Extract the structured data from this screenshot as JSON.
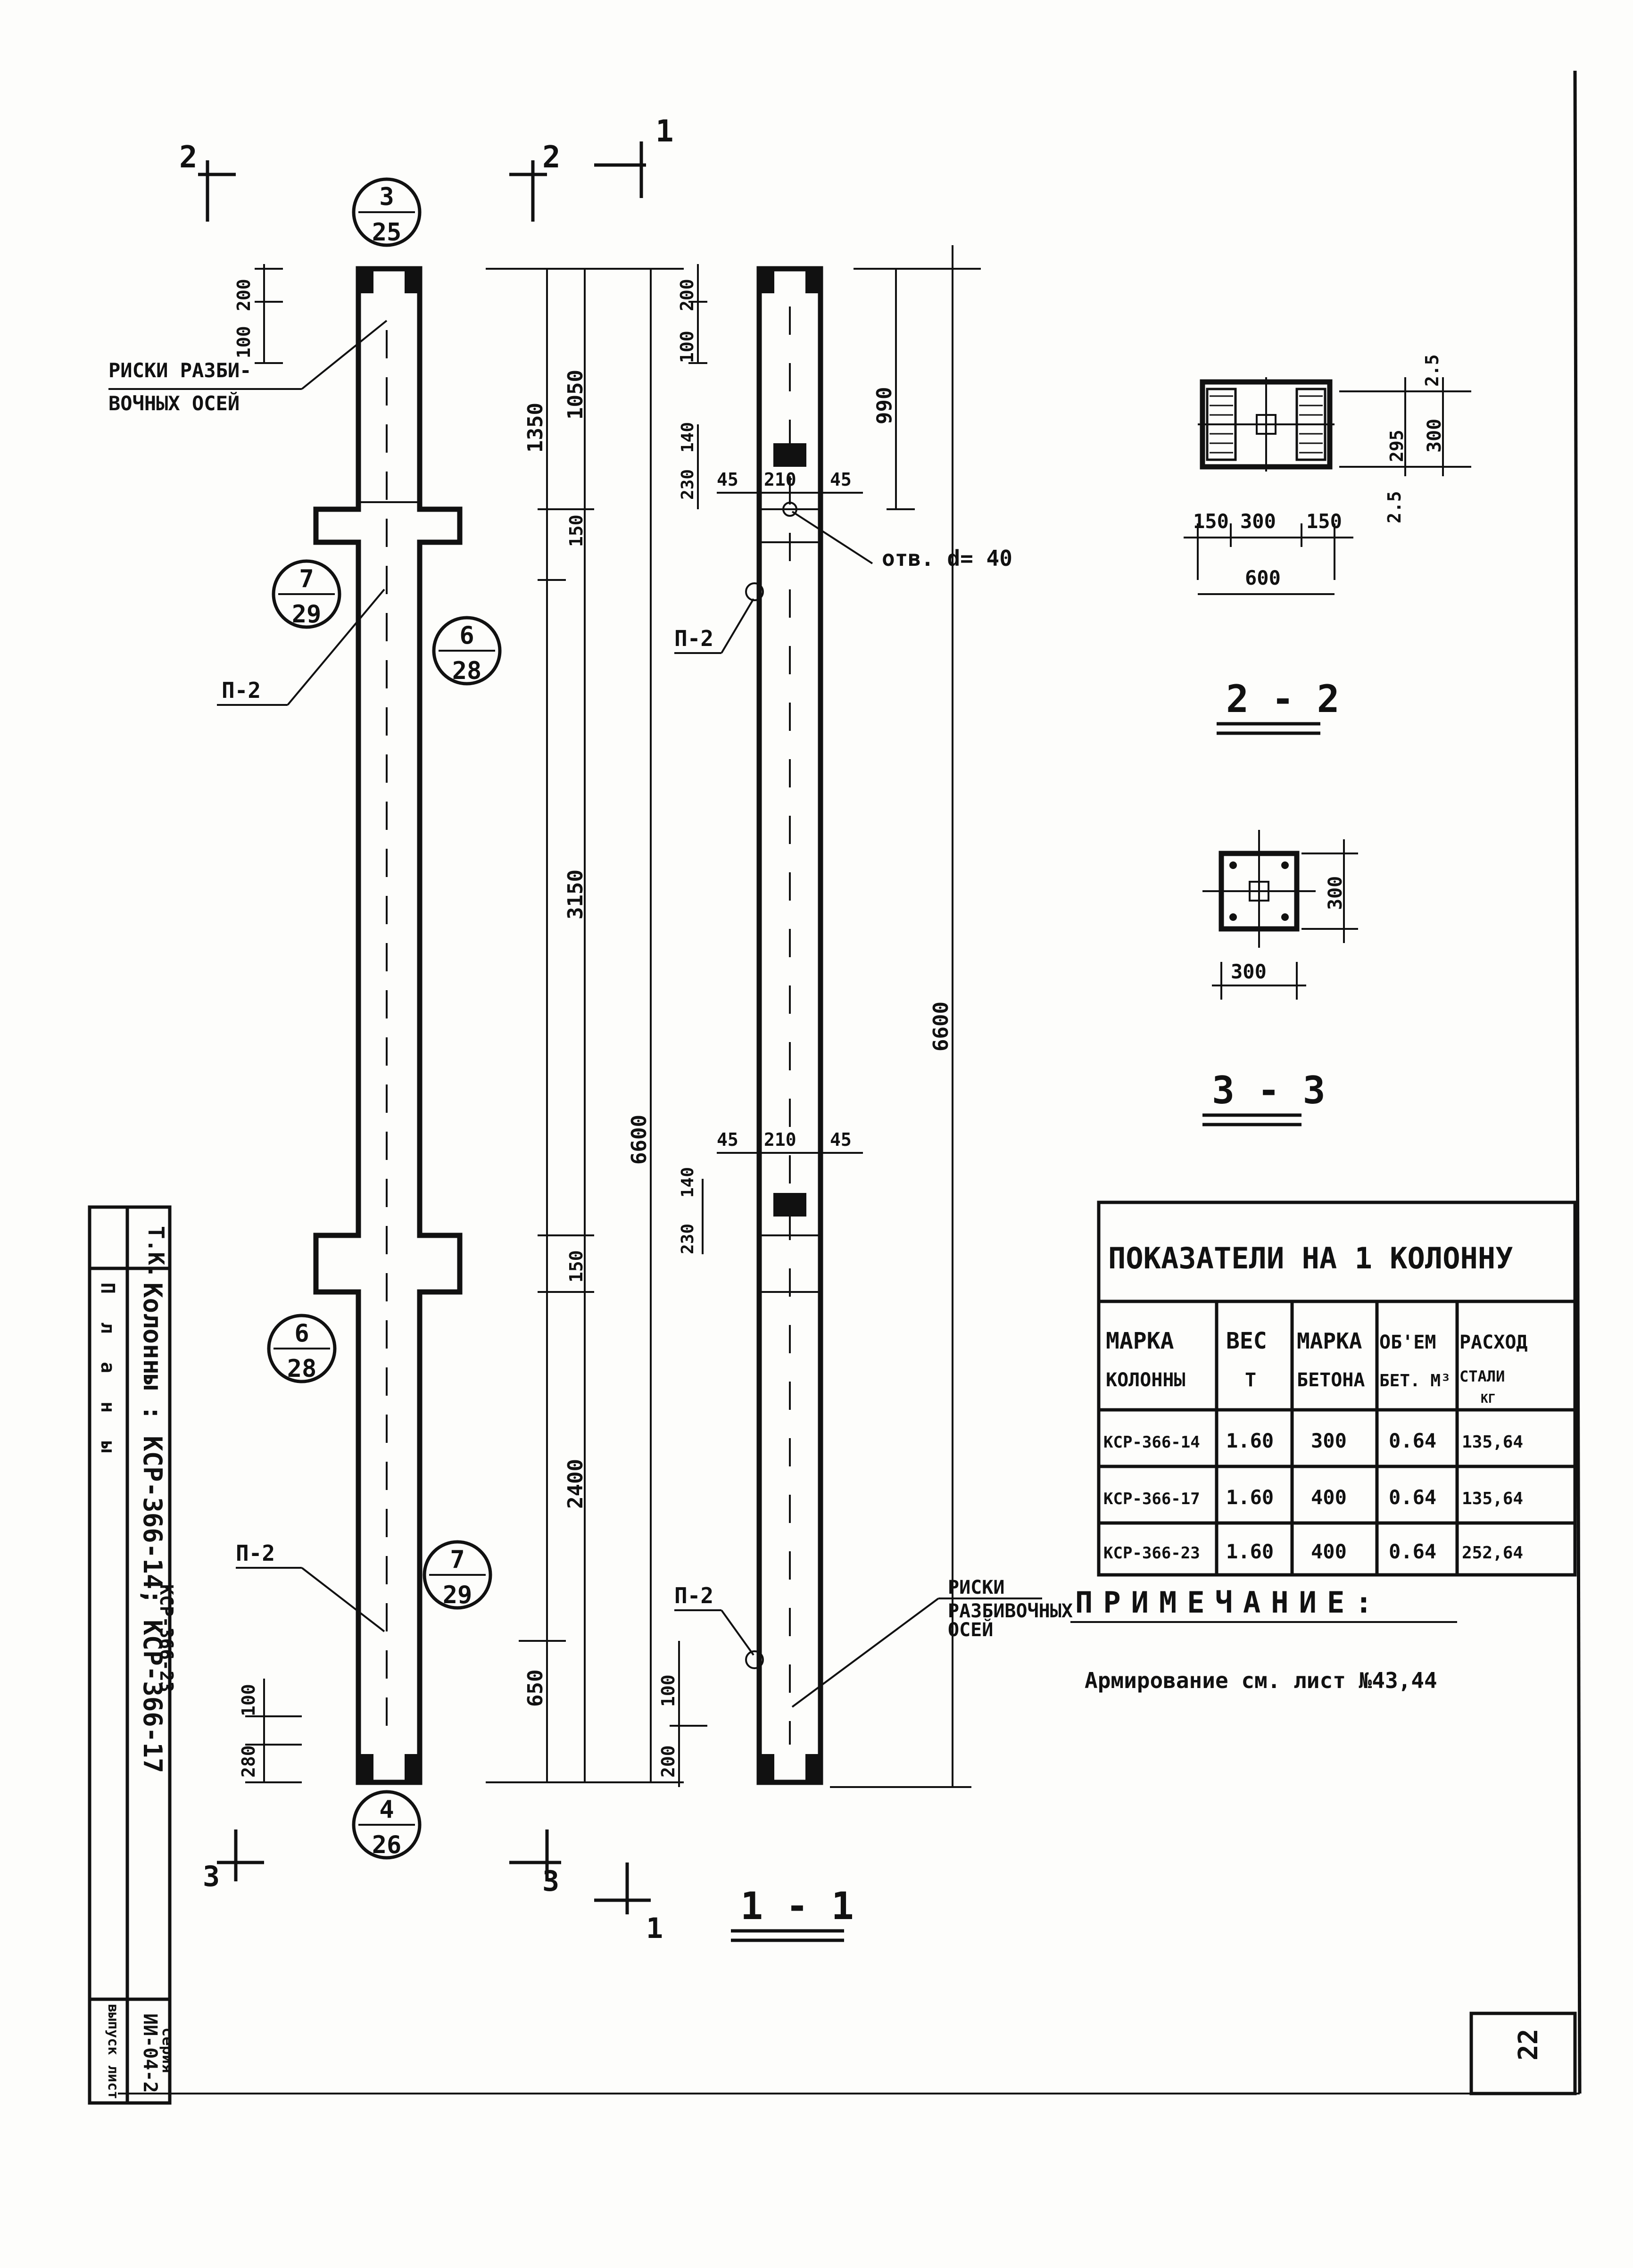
{
  "sections": {
    "s2": "2",
    "s1": "1",
    "s3": "3",
    "title_11": "1 - 1",
    "title_22": "2 - 2",
    "title_33": "3 - 3"
  },
  "bubbles": {
    "b1": {
      "top": "3",
      "bottom": "25"
    },
    "b2": {
      "top": "7",
      "bottom": "29"
    },
    "b3": {
      "top": "6",
      "bottom": "28"
    },
    "b4": {
      "top": "6",
      "bottom": "28"
    },
    "b5": {
      "top": "7",
      "bottom": "29"
    },
    "b6": {
      "top": "4",
      "bottom": "26"
    }
  },
  "labels": {
    "axis_marks_1": "РИСКИ РАЗБИ-",
    "axis_marks_2": "ВОЧНЫХ ОСЕЙ",
    "p2": "П-2",
    "hole": "отв. d= 40",
    "axis_marks_r1": "РИСКИ",
    "axis_marks_r2": "РАЗБИВОЧНЫХ",
    "axis_marks_r3": "ОСЕЙ"
  },
  "dims": {
    "d100": "100",
    "d200": "200",
    "d1350": "1350",
    "d1050": "1050",
    "d150": "150",
    "d3150": "3150",
    "d6600": "6600",
    "d2400": "2400",
    "d650": "650",
    "d280": "280",
    "d990": "990",
    "d230": "230",
    "d140": "140",
    "d45": "45",
    "d210": "210",
    "d2_5": "2.5",
    "d295": "295",
    "d300": "300",
    "d600": "600",
    "d230_2": "230",
    "d140_2": "140"
  },
  "table": {
    "title": "ПОКАЗАТЕЛИ НА 1 КОЛОННУ",
    "headers": [
      [
        "МАРКА",
        "КОЛОННЫ"
      ],
      [
        "ВЕС",
        "Т"
      ],
      [
        "МАРКА",
        "БЕТОНА"
      ],
      [
        "ОБ'ЕМ",
        "БЕТ. М³"
      ],
      [
        "РАСХОД",
        "СТАЛИ",
        "КГ"
      ]
    ],
    "rows": [
      [
        "КСР-366-14",
        "1.60",
        "300",
        "0.64",
        "135,64"
      ],
      [
        "КСР-366-17",
        "1.60",
        "400",
        "0.64",
        "135,64"
      ],
      [
        "КСР-366-23",
        "1.60",
        "400",
        "0.64",
        "252,64"
      ]
    ]
  },
  "note": {
    "title": "ПРИМЕЧАНИЕ:",
    "text": "Армирование см. лист №43,44"
  },
  "stamp": {
    "tk": "Т.К.",
    "title_line1": "Колонны : КСР-366-14; КСР-366-17",
    "title_line2": "КСР-366-23",
    "series_label": "серия",
    "series": "ИИ-04-2",
    "issue_label": "выпуск",
    "sheet_label": "лист",
    "plan": "Планы",
    "sheet_number": "22"
  }
}
